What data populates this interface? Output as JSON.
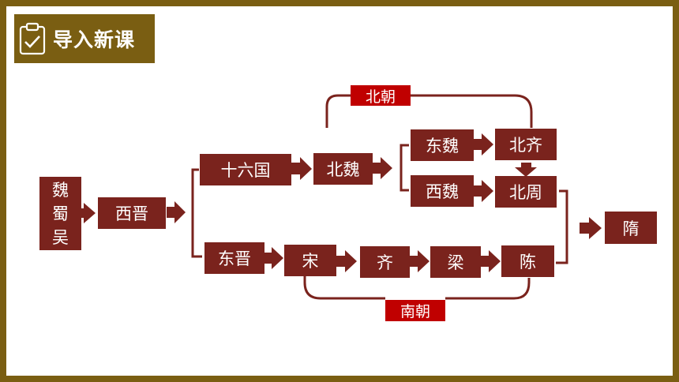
{
  "header": {
    "title": "导入新课",
    "icon": "clipboard-check-icon"
  },
  "colors": {
    "frame": "#7a5e12",
    "node": "#7a231d",
    "label": "#c00000"
  },
  "diagram": {
    "start_chars": [
      "魏",
      "蜀",
      "吴"
    ],
    "xijin": "西晋",
    "shiliuguo": "十六国",
    "beiwei": "北魏",
    "dongwei": "东魏",
    "xiwei": "西魏",
    "beiqi": "北齐",
    "beizhou": "北周",
    "dongjin": "东晋",
    "song": "宋",
    "qi": "齐",
    "liang": "梁",
    "chen": "陈",
    "sui": "隋",
    "north_label": "北朝",
    "south_label": "南朝"
  }
}
